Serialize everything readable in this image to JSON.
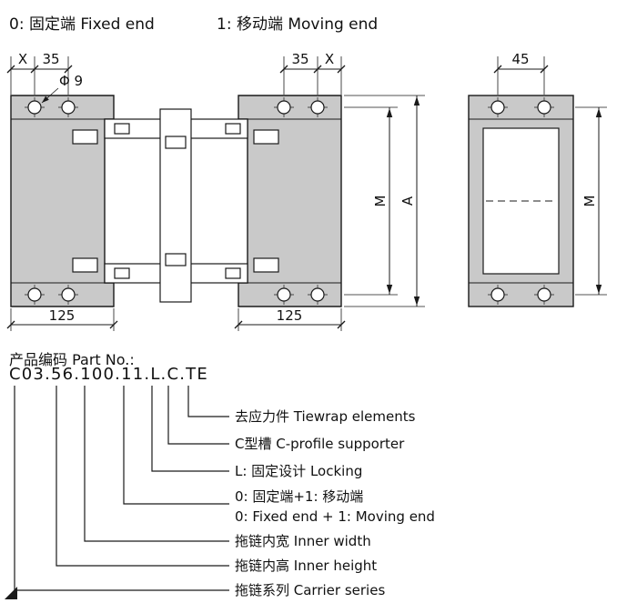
{
  "header": {
    "fixed_end": "0: 固定端 Fixed end",
    "moving_end": "1: 移动端 Moving end"
  },
  "drawing": {
    "dims": {
      "x_top_left": "X",
      "d35_top_left": "35",
      "phi9": "Φ 9",
      "d35_top_right": "35",
      "x_top_right": "X",
      "d45": "45",
      "m_front": "M",
      "a_front": "A",
      "m_side": "M",
      "d125_left": "125",
      "d125_right": "125"
    },
    "colors": {
      "bracket_fill": "#c9c9c9",
      "line": "#1a1a1a"
    }
  },
  "part_number": {
    "title": "产品编码 Part No.:",
    "code": "C03.56.100.11.L.C.TE",
    "breakdown": [
      {
        "id": "tiewrap",
        "label": "去应力件 Tiewrap elements"
      },
      {
        "id": "c-profile",
        "label": "C型槽 C-profile supporter"
      },
      {
        "id": "locking",
        "label": "L: 固定设计 Locking"
      },
      {
        "id": "end-type",
        "label": "0: 固定端+1: 移动端",
        "label_en": "0: Fixed end + 1: Moving end"
      },
      {
        "id": "inner-width",
        "label": "拖链内宽 Inner width"
      },
      {
        "id": "inner-height",
        "label": "拖链内高 Inner height"
      },
      {
        "id": "carrier-series",
        "label": "拖链系列 Carrier series"
      }
    ]
  }
}
